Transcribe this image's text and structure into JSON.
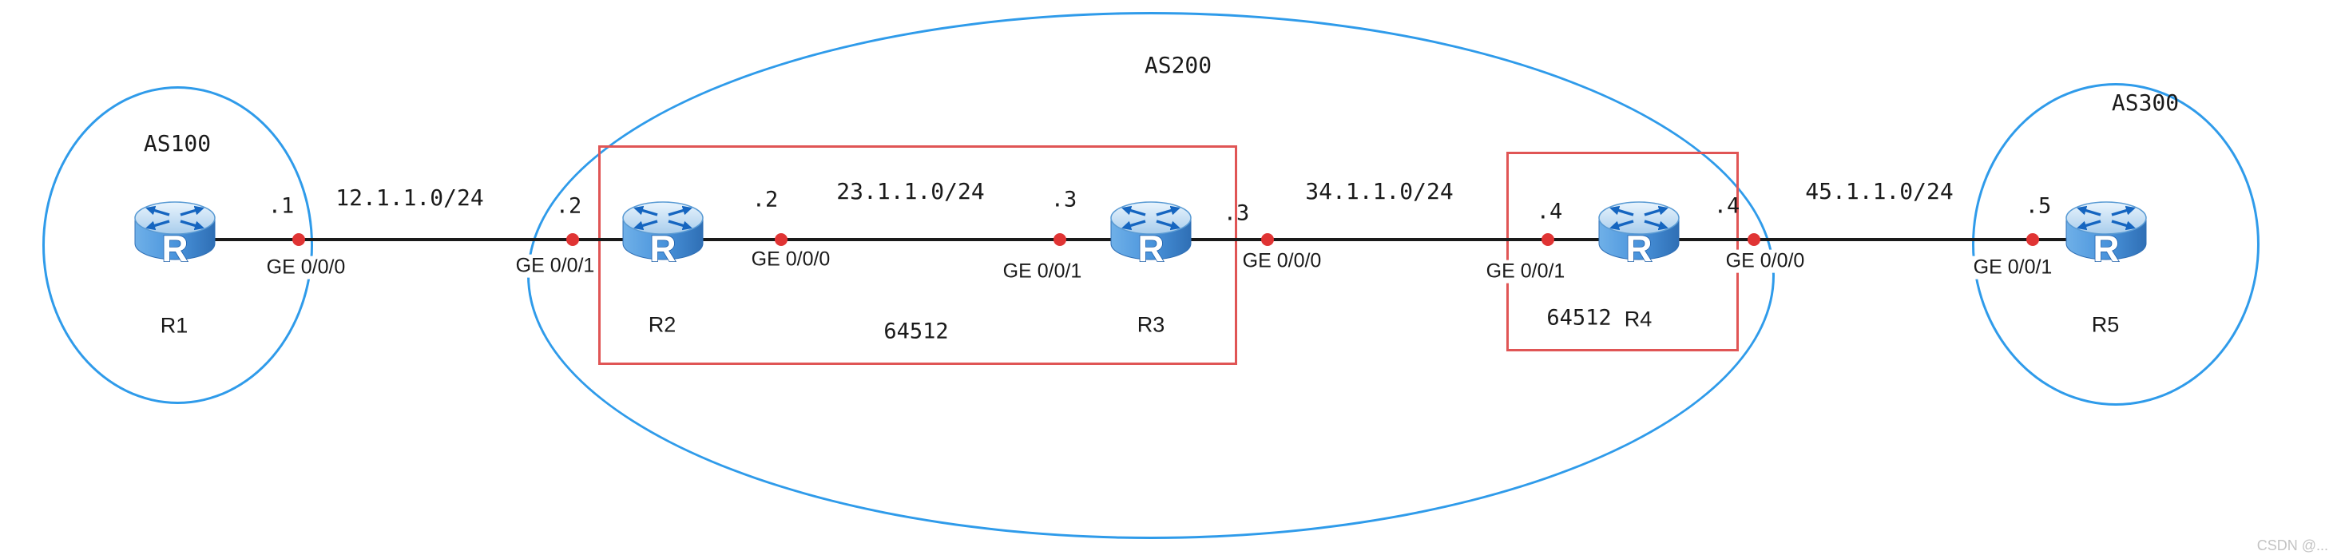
{
  "router_face_letter": "R",
  "as_regions": [
    {
      "label": "AS100"
    },
    {
      "label": "AS200"
    },
    {
      "label": "AS300"
    }
  ],
  "confederations": [
    {
      "label": "64512"
    },
    {
      "label": "64512"
    }
  ],
  "routers": [
    {
      "name": "R1"
    },
    {
      "name": "R2"
    },
    {
      "name": "R3"
    },
    {
      "name": "R4"
    },
    {
      "name": "R5"
    }
  ],
  "links": [
    {
      "network": "12.1.1.0/24",
      "left_ip": ".1",
      "left_interface": "GE 0/0/0",
      "right_ip": ".2",
      "right_interface": "GE 0/0/1"
    },
    {
      "network": "23.1.1.0/24",
      "left_ip": ".2",
      "left_interface": "GE 0/0/0",
      "right_ip": ".3",
      "right_interface": "GE 0/0/1"
    },
    {
      "network": "34.1.1.0/24",
      "left_ip": ".3",
      "left_interface": "GE 0/0/0",
      "right_ip": ".4",
      "right_interface": "GE 0/0/1"
    },
    {
      "network": "45.1.1.0/24",
      "left_ip": ".4",
      "left_interface": "GE 0/0/0",
      "right_ip": ".5",
      "right_interface": "GE 0/0/1"
    }
  ],
  "colors": {
    "as_ellipse": "#2f9bea",
    "confed_box": "#e05555",
    "link_line": "#1a1a1a",
    "endpoint_dot": "#e03434",
    "router_blue": "#4a94dc",
    "text": "#1a1a1a"
  },
  "watermark": "CSDN @..."
}
